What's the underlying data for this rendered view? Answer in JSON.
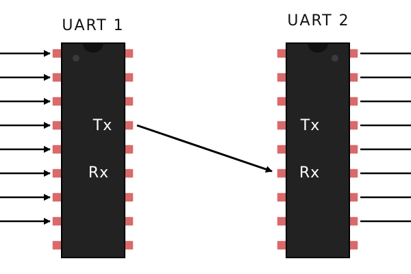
{
  "chip1": {
    "title": "UART 1",
    "tx_label": "Tx",
    "rx_label": "Rx",
    "pins_per_side": 9
  },
  "chip2": {
    "title": "UART 2",
    "tx_label": "Tx",
    "rx_label": "Rx",
    "pins_per_side": 9
  },
  "colors": {
    "chip_body": "#222222",
    "chip_edge": "#000000",
    "pin": "#d96a6a",
    "pin_glow": "#f2b8b8",
    "wire": "#000000",
    "label": "#ffffff",
    "title": "#111111",
    "notch_dot": "#3a3a3a"
  }
}
